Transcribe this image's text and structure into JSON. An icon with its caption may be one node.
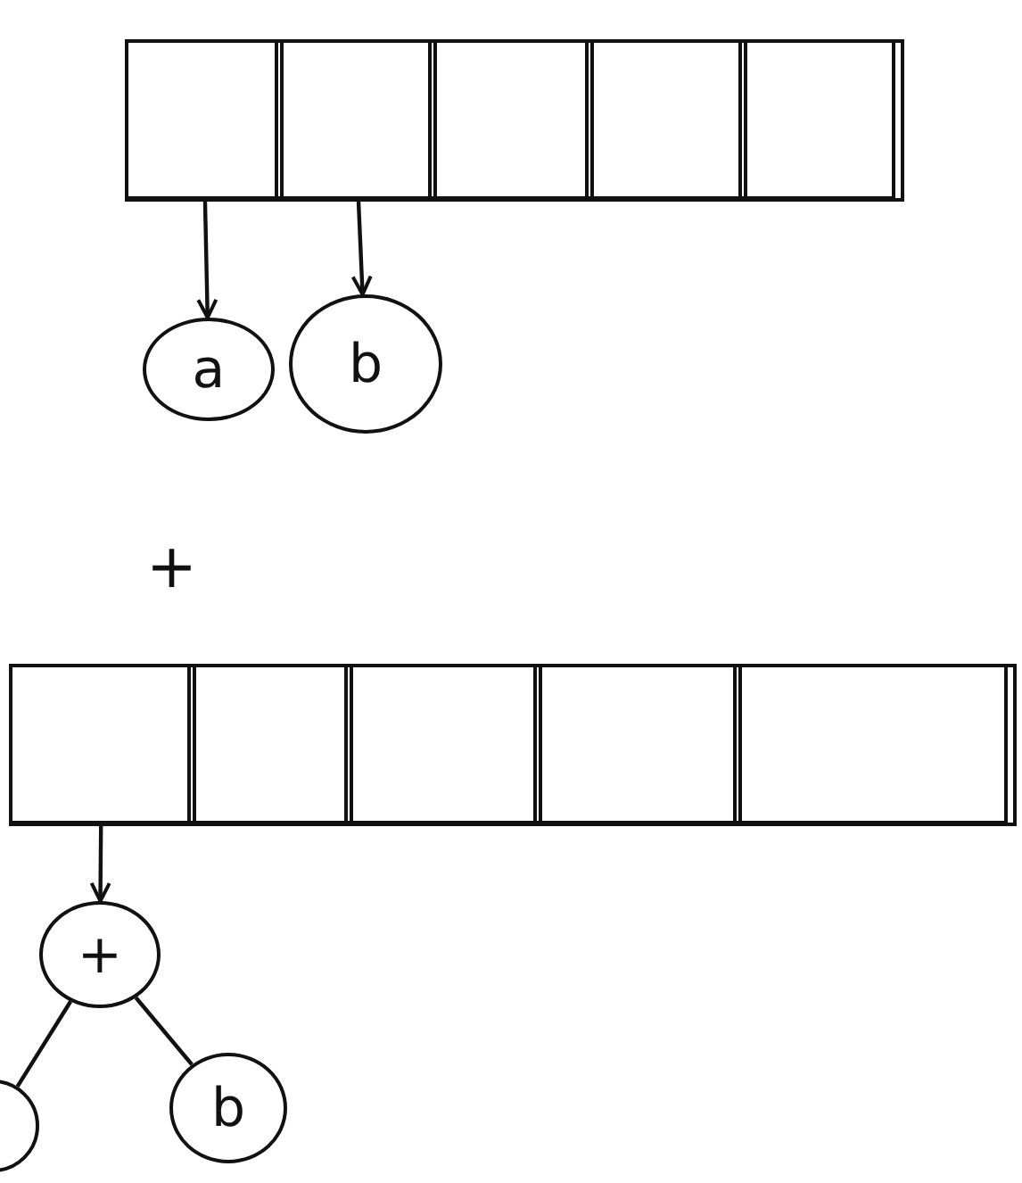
{
  "diagram": {
    "nodes": [
      {
        "text": [],
        "shape": "box"
      },
      {
        "text": [],
        "shape": "box",
        "in": 0
      },
      {
        "text": [],
        "shape": "box",
        "in": 0
      },
      {
        "text": [],
        "shape": "box",
        "in": 0
      },
      {
        "text": [],
        "shape": "box",
        "in": 0
      },
      {
        "text": [],
        "shape": "box",
        "in": 0
      },
      {
        "text": [
          "a"
        ]
      },
      {
        "text": [
          "b"
        ]
      },
      {
        "text": [],
        "shape": "box"
      },
      {
        "text": [],
        "shape": "box",
        "in": 8
      },
      {
        "text": [],
        "shape": "box",
        "in": 8
      },
      {
        "text": [],
        "shape": "box",
        "in": 8
      },
      {
        "text": [],
        "shape": "box",
        "in": 8
      },
      {
        "text": [],
        "shape": "box",
        "in": 8
      },
      {
        "text": [
          "+"
        ]
      },
      {
        "text": [],
        "shape": "circle"
      },
      {
        "text": [
          "b"
        ]
      }
    ],
    "edges": [
      {
        "from": 1,
        "to": 6,
        "arrow": "to"
      },
      {
        "from": 2,
        "to": 7,
        "arrow": "to"
      },
      {
        "from": 9,
        "to": 14,
        "arrow": "to"
      },
      {
        "from": 14,
        "to": 15,
        "arrow": "none"
      },
      {
        "from": 14,
        "to": 16,
        "arrow": "none"
      }
    ],
    "labels": [
      "+"
    ]
  }
}
